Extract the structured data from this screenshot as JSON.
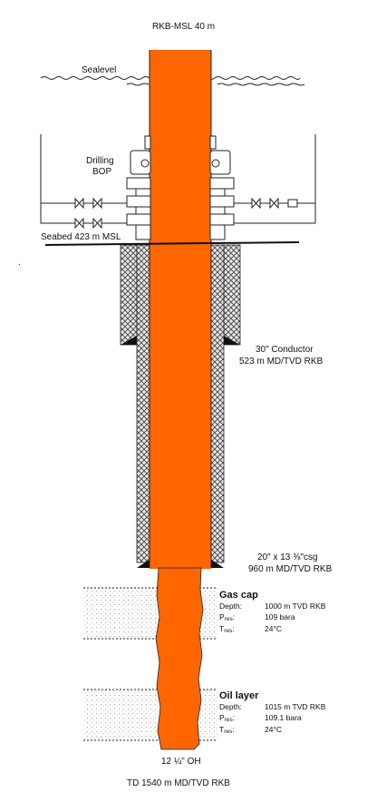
{
  "labels": {
    "top": "RKB-MSL 40 m",
    "sealevel": "Sealevel",
    "bop_line1": "Drilling",
    "bop_line2": "BOP",
    "seabed": "Seabed 423 m MSL",
    "conductor_line1": "30\" Conductor",
    "conductor_line2": "523 m MD/TVD RKB",
    "casing_line1": "20\" x 13 ⅜\"csg",
    "casing_line2": "960 m MD/TVD RKB",
    "open_hole": "12 ¼\" OH",
    "td": "TD 1540 m MD/TVD RKB"
  },
  "zones": [
    {
      "title": "Gas cap",
      "rows": [
        {
          "key": "Depth:",
          "key_sub": "",
          "value": "1000 m TVD RKB"
        },
        {
          "key": "P",
          "key_sub": "res",
          "value": "109 bara"
        },
        {
          "key": "T",
          "key_sub": "res",
          "value": "24°C"
        }
      ]
    },
    {
      "title": "Oil layer",
      "rows": [
        {
          "key": "Depth:",
          "key_sub": "",
          "value": "1015 m TVD RKB"
        },
        {
          "key": "P",
          "key_sub": "res",
          "value": "109.1 bara"
        },
        {
          "key": "T",
          "key_sub": "res",
          "value": "24°C"
        }
      ]
    }
  ],
  "colors": {
    "well_fluid": "#ff6600",
    "cement_hatch": "#555555",
    "formation_dots": "#888888"
  }
}
